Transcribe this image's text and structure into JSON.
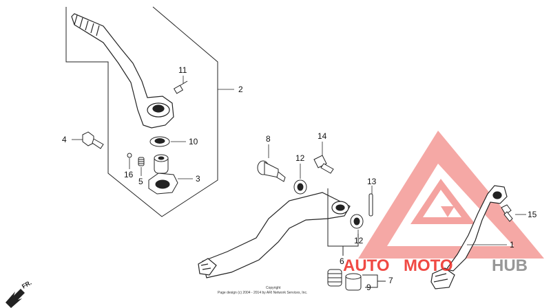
{
  "callouts": {
    "c1": "1",
    "c2": "2",
    "c3": "3",
    "c4": "4",
    "c5": "5",
    "c6": "6",
    "c7": "7",
    "c8": "8",
    "c9": "9",
    "c10": "10",
    "c11": "11",
    "c12a": "12",
    "c12b": "12",
    "c13": "13",
    "c14": "14",
    "c15": "15",
    "c16": "16"
  },
  "direction_label": "FR.",
  "copyright": {
    "line1": "Copyright",
    "line2": "Page design (c) 2004 - 2014 by ARI Network Services, Inc."
  },
  "watermark": {
    "auto": "AUTO",
    "moto": "MOTO",
    "hub": "HUB",
    "colors": {
      "red": "#ee2b24",
      "gray": "#8c8c8c",
      "triangle": "#f4a3a0"
    }
  }
}
